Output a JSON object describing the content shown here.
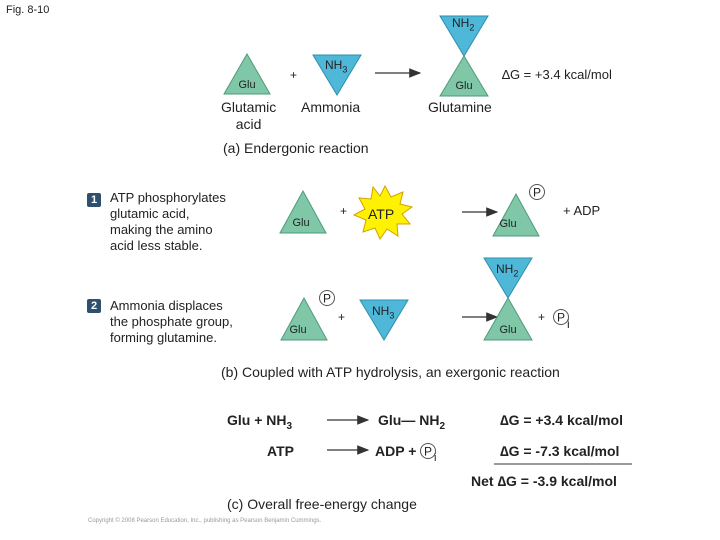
{
  "figure_label": "Fig. 8-10",
  "molecules": {
    "glu": "Glu",
    "nh2": "NH",
    "nh2_sub": "2",
    "nh3": "NH",
    "nh3_sub": "3",
    "atp": "ATP",
    "p": "P",
    "pi_sub": "i"
  },
  "part_a": {
    "plus": "+",
    "delta_g": "∆G = +3.4 kcal/mol",
    "name_glutamic_line1": "Glutamic",
    "name_glutamic_line2": "acid",
    "name_ammonia": "Ammonia",
    "name_glutamine": "Glutamine",
    "caption": "(a) Endergonic reaction"
  },
  "part_b": {
    "step1_num": "1",
    "step1_text_l1": "ATP phosphorylates",
    "step1_text_l2": "glutamic acid,",
    "step1_text_l3": "making the amino",
    "step1_text_l4": "acid less stable.",
    "step1_plus": "+",
    "step1_adp": "+ ADP",
    "step2_num": "2",
    "step2_text_l1": "Ammonia displaces",
    "step2_text_l2": "the phosphate group,",
    "step2_text_l3": "forming glutamine.",
    "step2_plus": "+",
    "step2_plus_pi": "+",
    "caption": "(b) Coupled with ATP hydrolysis, an exergonic reaction"
  },
  "part_c": {
    "row1_left": "Glu + NH",
    "row1_left_sub": "3",
    "row1_right": "Glu— NH",
    "row1_right_sub": "2",
    "row1_dg": "∆G = +3.4 kcal/mol",
    "row2_left": "ATP",
    "row2_right": "ADP +",
    "row2_dg": "∆G = -7.3 kcal/mol",
    "row3_net": "Net ∆G = -3.9 kcal/mol",
    "caption": "(c) Overall free-energy change"
  },
  "copyright": "Copyright © 2008 Pearson Education, Inc., publishing as Pearson Benjamin Cummings.",
  "colors": {
    "glu_fill": "#7fc7a7",
    "glu_stroke": "#4e9a7c",
    "nh_fill": "#4fb8d8",
    "atp_fill": "#fff200",
    "atp_stroke": "#d4a000",
    "arrow": "#333333",
    "step_badge": "#2f4f6f"
  }
}
